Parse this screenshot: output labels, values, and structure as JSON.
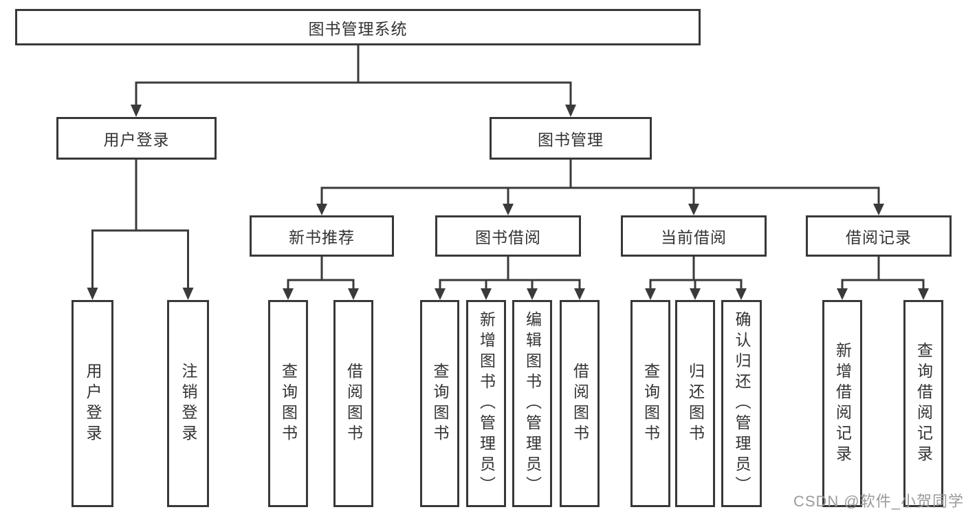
{
  "tree": {
    "root": {
      "label": "图书管理系统"
    },
    "branches": [
      {
        "label": "用户登录",
        "leaves": [
          {
            "label": "用户登录"
          },
          {
            "label": "注销登录"
          }
        ]
      },
      {
        "label": "图书管理",
        "groups": [
          {
            "label": "新书推荐",
            "leaves": [
              {
                "label": "查询图书"
              },
              {
                "label": "借阅图书"
              }
            ]
          },
          {
            "label": "图书借阅",
            "leaves": [
              {
                "label": "查询图书"
              },
              {
                "label": "新增图书（管理员）"
              },
              {
                "label": "编辑图书（管理员）"
              },
              {
                "label": "借阅图书"
              }
            ]
          },
          {
            "label": "当前借阅",
            "leaves": [
              {
                "label": "查询图书"
              },
              {
                "label": "归还图书"
              },
              {
                "label": "确认归还（管理员）"
              }
            ]
          },
          {
            "label": "借阅记录",
            "leaves": [
              {
                "label": "新增借阅记录"
              },
              {
                "label": "查询借阅记录"
              }
            ]
          }
        ]
      }
    ]
  },
  "watermark": {
    "text": "CSDN @软件_小贺同学"
  },
  "colors": {
    "line": "#3a3a3a",
    "border": "#383838",
    "text": "#333333",
    "background": "#ffffff",
    "watermark": "#9b9b9b"
  }
}
